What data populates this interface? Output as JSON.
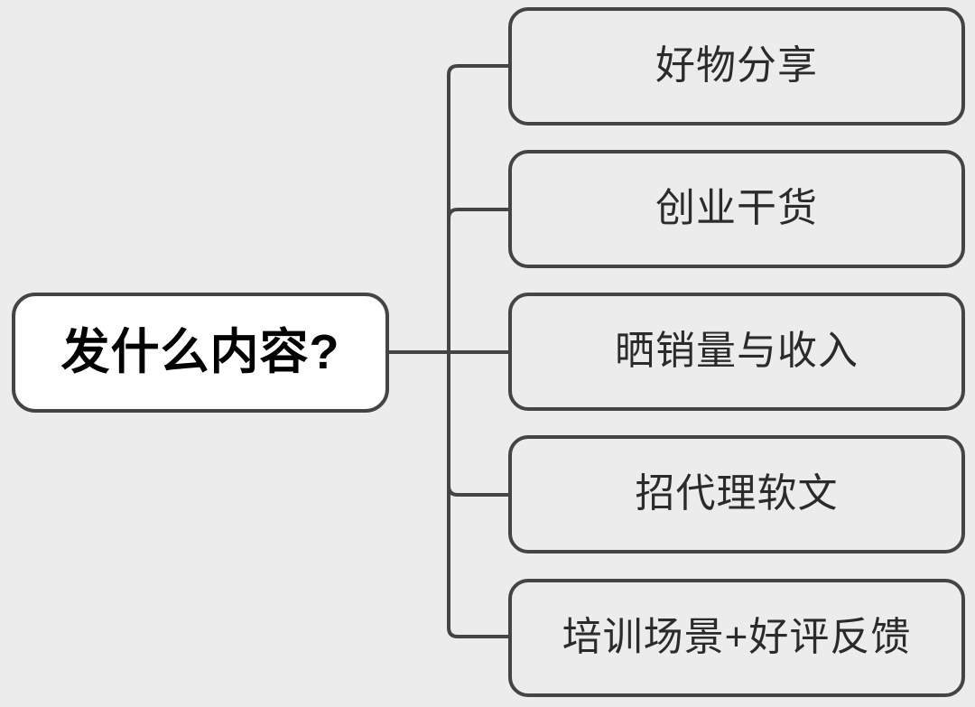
{
  "diagram": {
    "type": "mind-map",
    "orientation": "left-to-right",
    "background_color": "#ececec",
    "line_color": "#444444",
    "root": {
      "label": "发什么内容?",
      "fill_color": "#ffffff",
      "text_color": "#000000",
      "border_color": "#444444"
    },
    "branches": [
      {
        "label": "好物分享",
        "fill_color": "#ececec",
        "text_color": "#2b2b2b",
        "border_color": "#444444"
      },
      {
        "label": "创业干货",
        "fill_color": "#ececec",
        "text_color": "#2b2b2b",
        "border_color": "#444444"
      },
      {
        "label": "晒销量与收入",
        "fill_color": "#ececec",
        "text_color": "#2b2b2b",
        "border_color": "#444444"
      },
      {
        "label": "招代理软文",
        "fill_color": "#ececec",
        "text_color": "#2b2b2b",
        "border_color": "#444444"
      },
      {
        "label": "培训场景+好评反馈",
        "fill_color": "#ececec",
        "text_color": "#2b2b2b",
        "border_color": "#444444"
      }
    ]
  }
}
